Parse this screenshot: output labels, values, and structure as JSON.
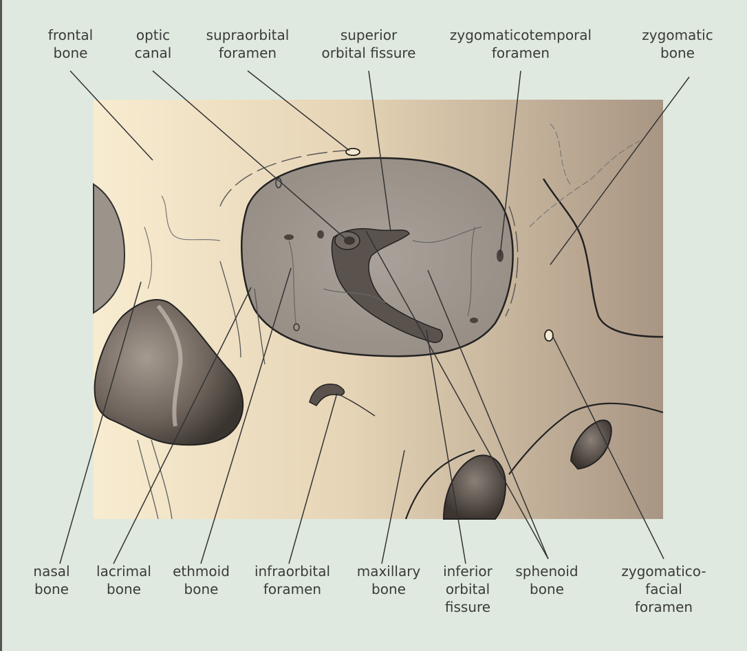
{
  "labels_top": {
    "frontal_bone": "frontal\nbone",
    "optic_canal": "optic\ncanal",
    "supraorbital_foramen": "supraorbital\nforamen",
    "superior_orbital_fissure": "superior\norbital fissure",
    "zygomaticotemporal_foramen": "zygomaticotemporal\nforamen",
    "zygomatic_bone": "zygomatic\nbone"
  },
  "labels_bottom": {
    "nasal_bone": "nasal\nbone",
    "lacrimal_bone": "lacrimal\nbone",
    "ethmoid_bone": "ethmoid\nbone",
    "infraorbital_foramen": "infraorbital\nforamen",
    "maxillary_bone": "maxillary\nbone",
    "inferior_orbital_fissure": "inferior\norbital\nfissure",
    "sphenoid_bone": "sphenoid\nbone",
    "zygomaticofacial_foramen": "zygomatico-\nfacial\nforamen"
  },
  "colors": {
    "background": "#dfe9df",
    "bone_light": "#f6ead0",
    "bone_dark": "#a89784",
    "orbit": "#a29a92",
    "shadow": "#5a524c",
    "line": "#333333"
  }
}
